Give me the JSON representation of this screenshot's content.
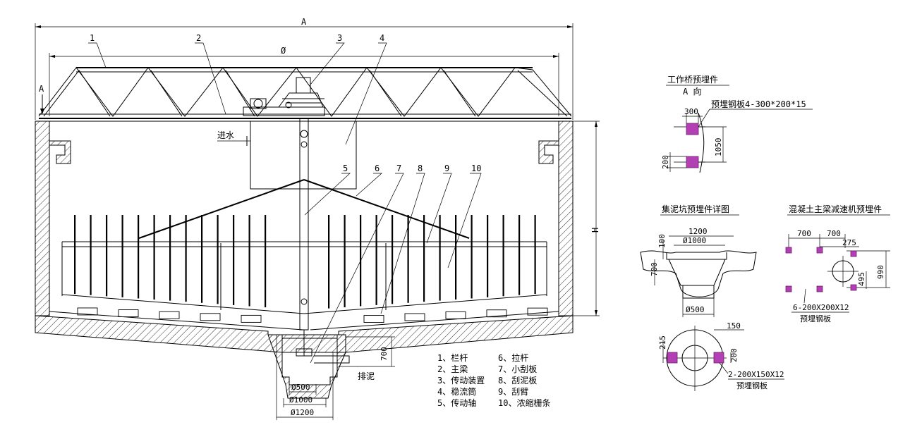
{
  "dims": {
    "A": "A",
    "phi": "Ø",
    "H": "H",
    "a_mark": "A",
    "d500": "Ø500",
    "d1000": "Ø1000",
    "d1200": "Ø1200",
    "d700": "700"
  },
  "labels": {
    "inlet": "进水",
    "sludge": "排泥",
    "callouts": [
      "1",
      "2",
      "3",
      "4",
      "5",
      "6",
      "7",
      "8",
      "9",
      "10"
    ]
  },
  "legend": [
    "1、栏杆",
    "2、主梁",
    "3、传动装置",
    "4、稳流筒",
    "5、传动轴",
    "6、拉杆",
    "7、小刮板",
    "8、刮泥板",
    "9、刮臂",
    "10、浓缩栅条"
  ],
  "bridge_detail": {
    "title": "工作桥预埋件",
    "subtitle": "A 向",
    "note": "预埋钢板4-300*200*15",
    "d300": "300",
    "d200": "200",
    "d1050": "1050"
  },
  "pit_detail": {
    "title": "集泥坑预埋件详图",
    "d1200": "1200",
    "d1000": "Ø1000",
    "d100": "100",
    "d700": "700",
    "d500": "Ø500",
    "d215": "215",
    "d150": "150",
    "d200": "200",
    "note1": "2-200X150X12",
    "note2": "预埋钢板"
  },
  "beam_detail": {
    "title": "混凝土主梁减速机预埋件",
    "d700a": "700",
    "d700b": "700",
    "d275": "275",
    "d990": "990",
    "d495": "495",
    "note1": "6-200X200X12",
    "note2": "预埋钢板"
  },
  "colors": {
    "plate": "#b23fb3",
    "ink": "#000000"
  }
}
